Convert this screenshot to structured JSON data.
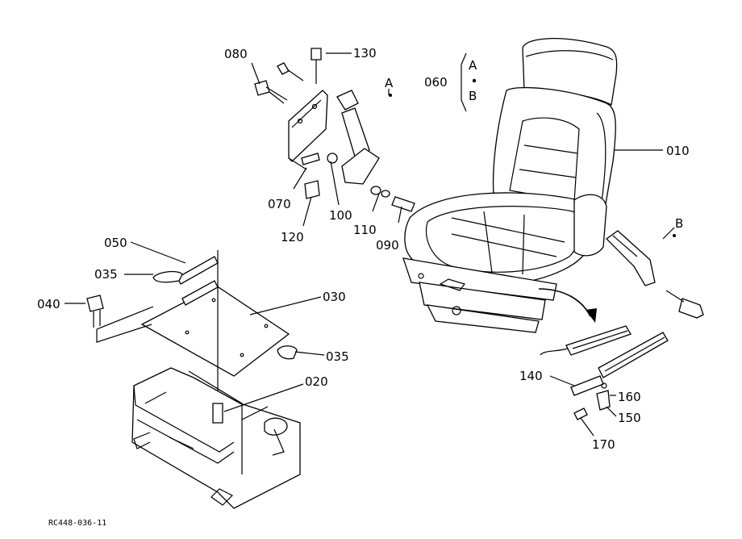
{
  "diagram": {
    "drawing_code": "RC448-036-11",
    "group": {
      "number": "060",
      "refs": [
        "A",
        "B"
      ]
    },
    "callouts": {
      "p010": "010",
      "p020": "020",
      "p030": "030",
      "p035a": "035",
      "p035b": "035",
      "p040": "040",
      "p050": "050",
      "p070": "070",
      "p080": "080",
      "p090": "090",
      "p100": "100",
      "p110": "110",
      "p120": "120",
      "p130": "130",
      "p140": "140",
      "p150": "150",
      "p160": "160",
      "p170": "170",
      "refA": "A",
      "refB": "B"
    }
  }
}
